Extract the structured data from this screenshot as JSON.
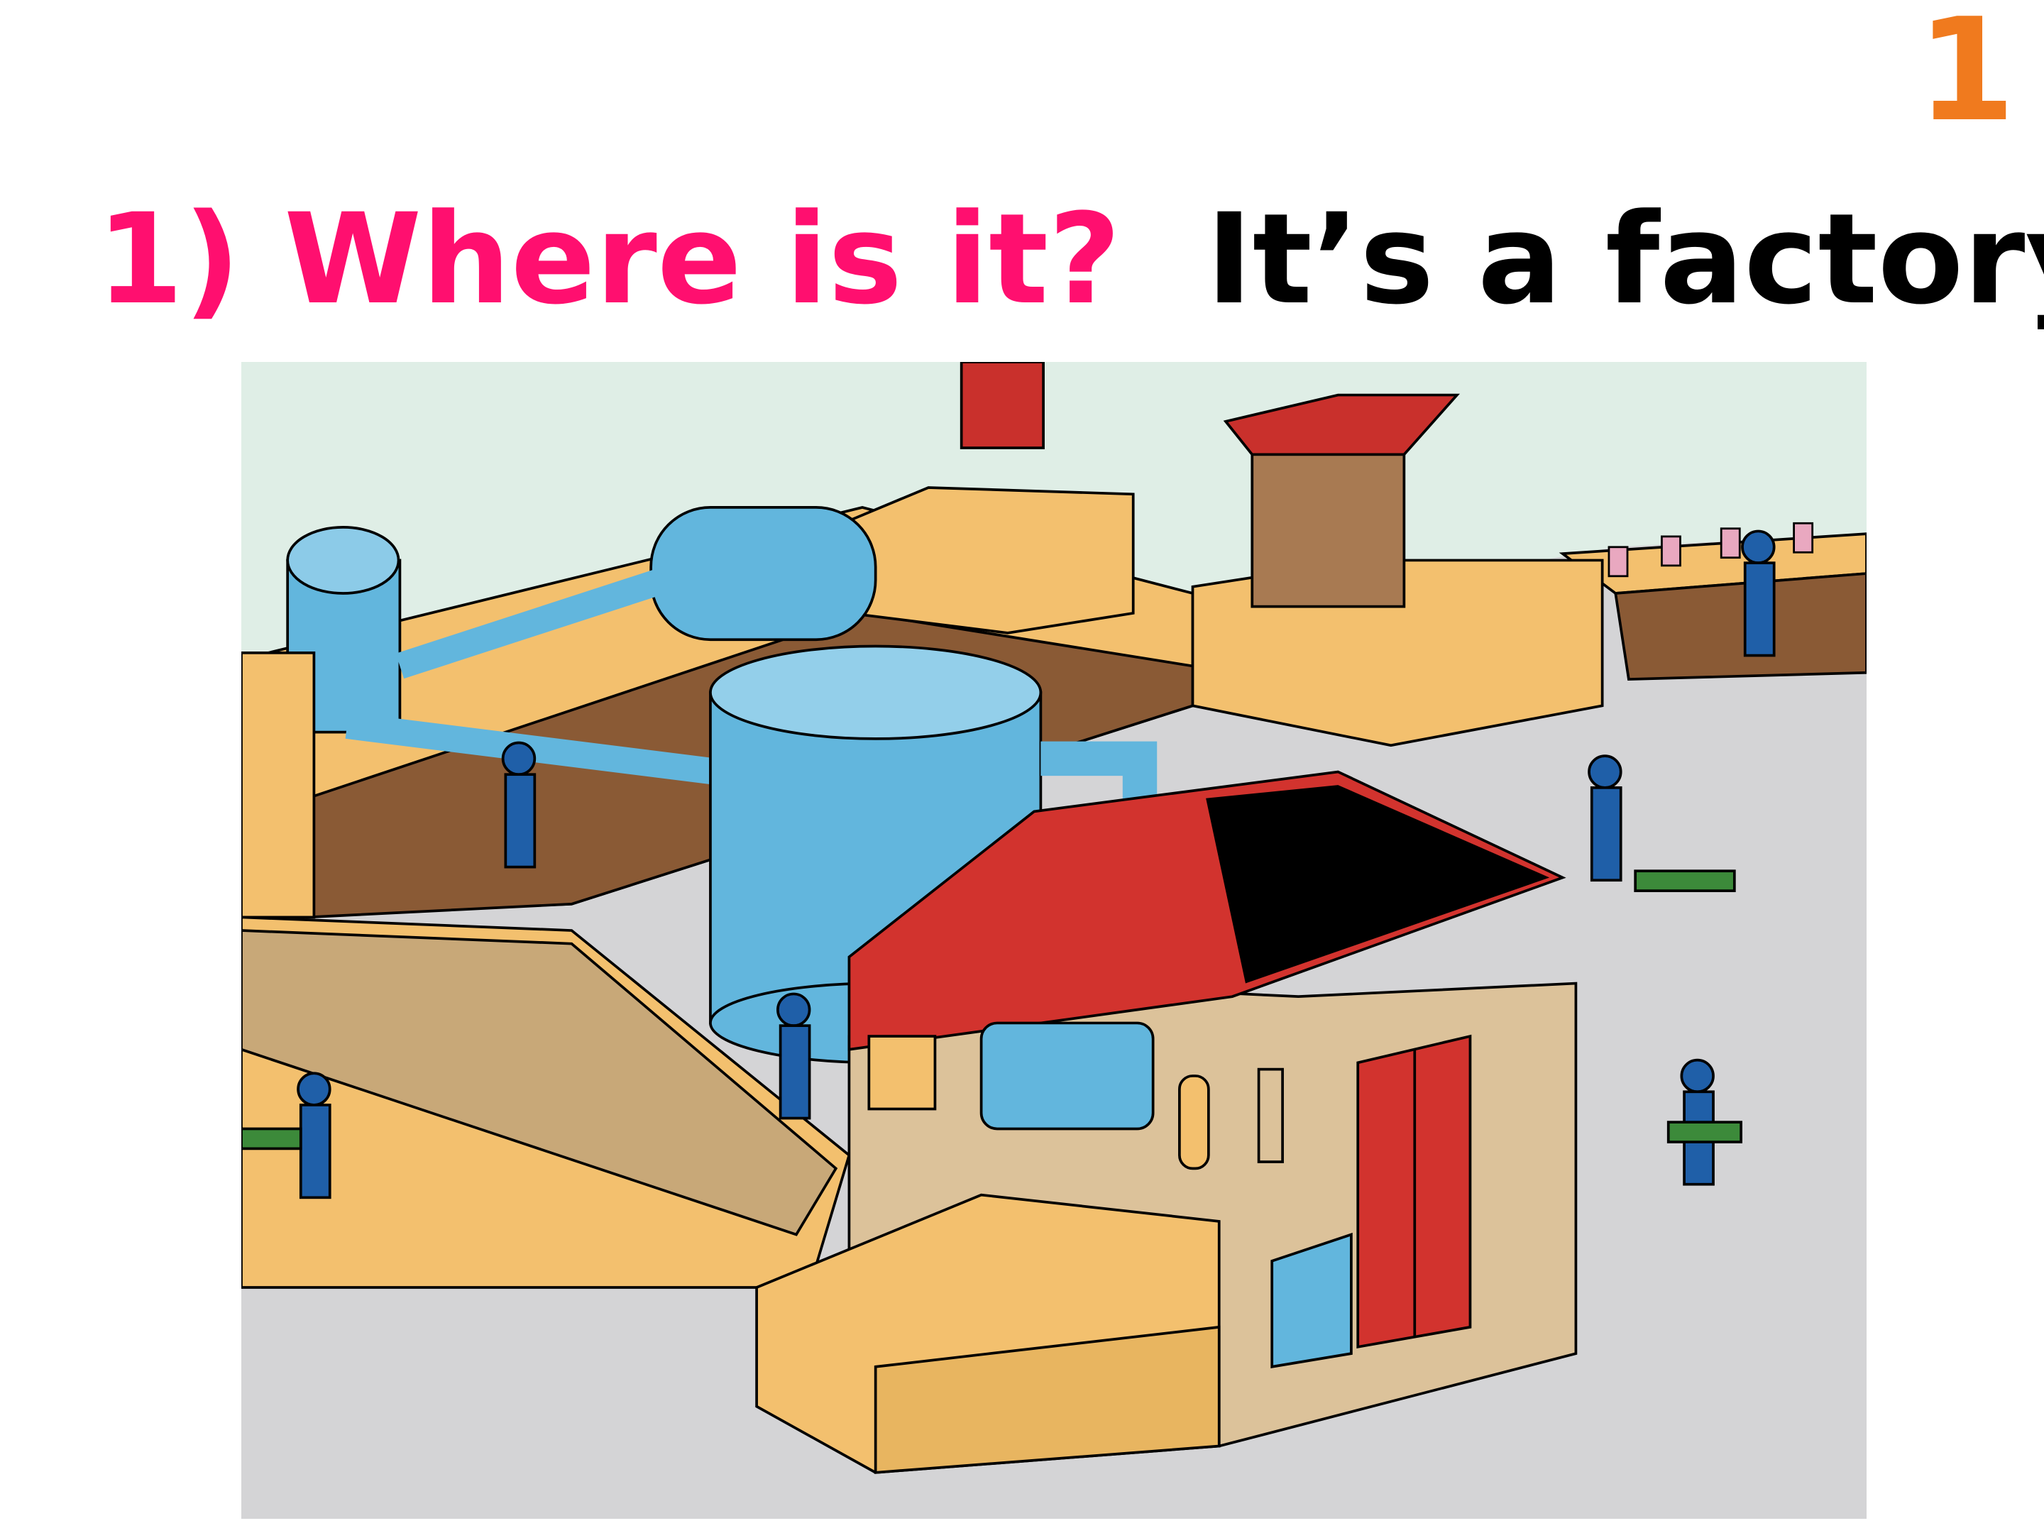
{
  "slide": {
    "number": "1"
  },
  "question": {
    "text": "1) Where is it?"
  },
  "answer": {
    "text": "It’s a factory."
  },
  "colors": {
    "question": "#ff0f6f",
    "answer": "#000000",
    "number": "#f07a1e",
    "floor": "#d4d4d6",
    "wall": "#dfeee6",
    "machine_tan": "#f3c06e",
    "tank_blue": "#62b6dd",
    "roof_red": "#d2332e",
    "worker_blue": "#1f5fa8"
  },
  "illustration": {
    "icon": "factory-illustration"
  }
}
